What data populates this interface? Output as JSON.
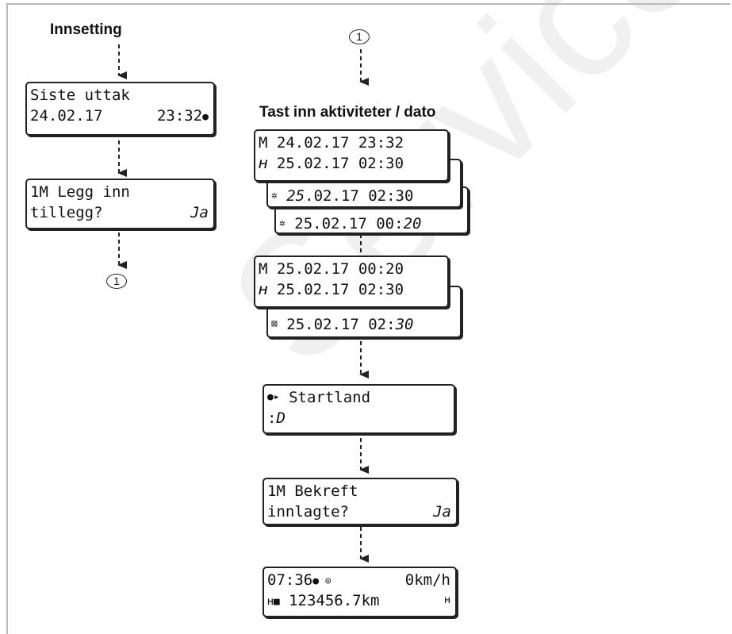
{
  "watermark": "Service Onl",
  "left_flow": {
    "heading": "Innsetting",
    "connector": "1",
    "displays": [
      {
        "line1": "Siste uttak",
        "line2_left": "24.02.17",
        "line2_right": "23:32",
        "line2_icon": "record-dot"
      },
      {
        "line1": "1M Legg inn",
        "line2_left": "tillegg?",
        "line2_right": "Ja"
      }
    ]
  },
  "right_flow": {
    "connector": "1",
    "heading": "Tast inn aktiviteter / dato",
    "group1": [
      {
        "icon": "M",
        "text": "24.02.17 23:32"
      },
      {
        "icon": "h-bed",
        "icon_char": "ʜ",
        "text": "25.02.17 02:30"
      },
      {
        "icon": "crossed-hammers",
        "icon_char": "✲",
        "text_italic_part": "25",
        "text": ".02.17 02:30"
      },
      {
        "icon": "crossed-hammers",
        "icon_char": "✲",
        "text": "25.02.17 00:",
        "text_italic_part": "20"
      }
    ],
    "group2": [
      {
        "icon": "M",
        "text": "25.02.17 00:20"
      },
      {
        "icon": "h-bed",
        "icon_char": "ʜ",
        "text": "25.02.17 02:30"
      },
      {
        "icon": "available-box",
        "icon_char": "⊠",
        "text": "25.02.17 02:",
        "text_italic_part": "30"
      }
    ],
    "startland": {
      "icon": "flag-start",
      "line1": "Startland",
      "line2_prefix": ":",
      "line2_value": "D"
    },
    "confirm": {
      "line1": "1M Bekreft",
      "line2_left": "innlagte?",
      "line2_right": "Ja"
    },
    "standard": {
      "time": "07:36",
      "speed": "0km/h",
      "odometer": "123456.7km"
    }
  }
}
